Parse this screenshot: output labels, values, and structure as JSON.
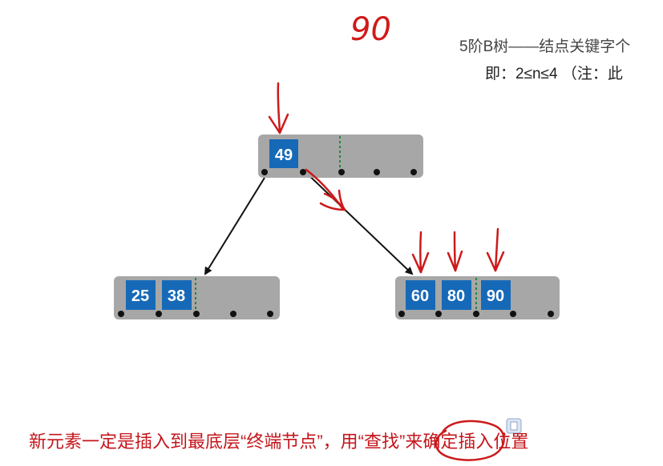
{
  "handwritten_note": "90",
  "header": {
    "line1": "5阶B树——结点关键字个",
    "line2": "即：2≤n≤4 （注：此"
  },
  "tree": {
    "root": {
      "keys": [
        "49"
      ]
    },
    "left": {
      "keys": [
        "25",
        "38"
      ]
    },
    "right": {
      "keys": [
        "60",
        "80",
        "90"
      ]
    }
  },
  "caption": {
    "before": "新元素一定是插入到最底层“终端节点”，用",
    "highlight": "“查找”",
    "after": "来确定插入位置"
  },
  "colors": {
    "node_fill": "#a7a7a7",
    "key_fill": "#1669b7",
    "annotation_red": "#cc1a1a",
    "caption_red": "#c4161c"
  }
}
